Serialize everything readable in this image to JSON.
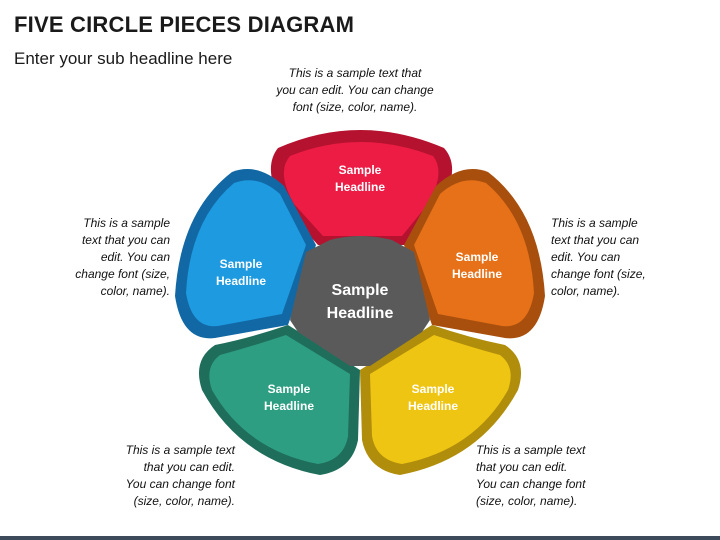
{
  "title": "FIVE CIRCLE PIECES DIAGRAM",
  "subtitle": "Enter your sub headline here",
  "center": {
    "line1": "Sample",
    "line2": "Headline",
    "color": "#5a5a5a"
  },
  "petals": [
    {
      "id": "top",
      "line1": "Sample",
      "line2": "Headline",
      "color": "#ec1c45",
      "border": "#b5122f"
    },
    {
      "id": "right",
      "line1": "Sample",
      "line2": "Headline",
      "color": "#e67118",
      "border": "#a84f0e"
    },
    {
      "id": "bottom-right",
      "line1": "Sample",
      "line2": "Headline",
      "color": "#efc514",
      "border": "#b08e0c"
    },
    {
      "id": "bottom-left",
      "line1": "Sample",
      "line2": "Headline",
      "color": "#2e9e82",
      "border": "#1f6e5b"
    },
    {
      "id": "left",
      "line1": "Sample",
      "line2": "Headline",
      "color": "#1d9ae0",
      "border": "#1268a4"
    }
  ],
  "notes": {
    "top": "This is a sample text that\nyou can edit. You can change\nfont (size, color, name).",
    "left": "This is a sample\ntext that you can\nedit. You can\nchange font (size,\ncolor, name).",
    "right": "This is a sample\ntext that you can\nedit. You can\nchange font (size,\ncolor, name).",
    "bottom_left": "This is a sample text\nthat you can edit.\nYou can change font\n(size, color, name).",
    "bottom_right": "This is a sample text\nthat you can edit.\nYou can change font\n(size, color, name)."
  },
  "footer_bar_color": "#3c4a5c"
}
